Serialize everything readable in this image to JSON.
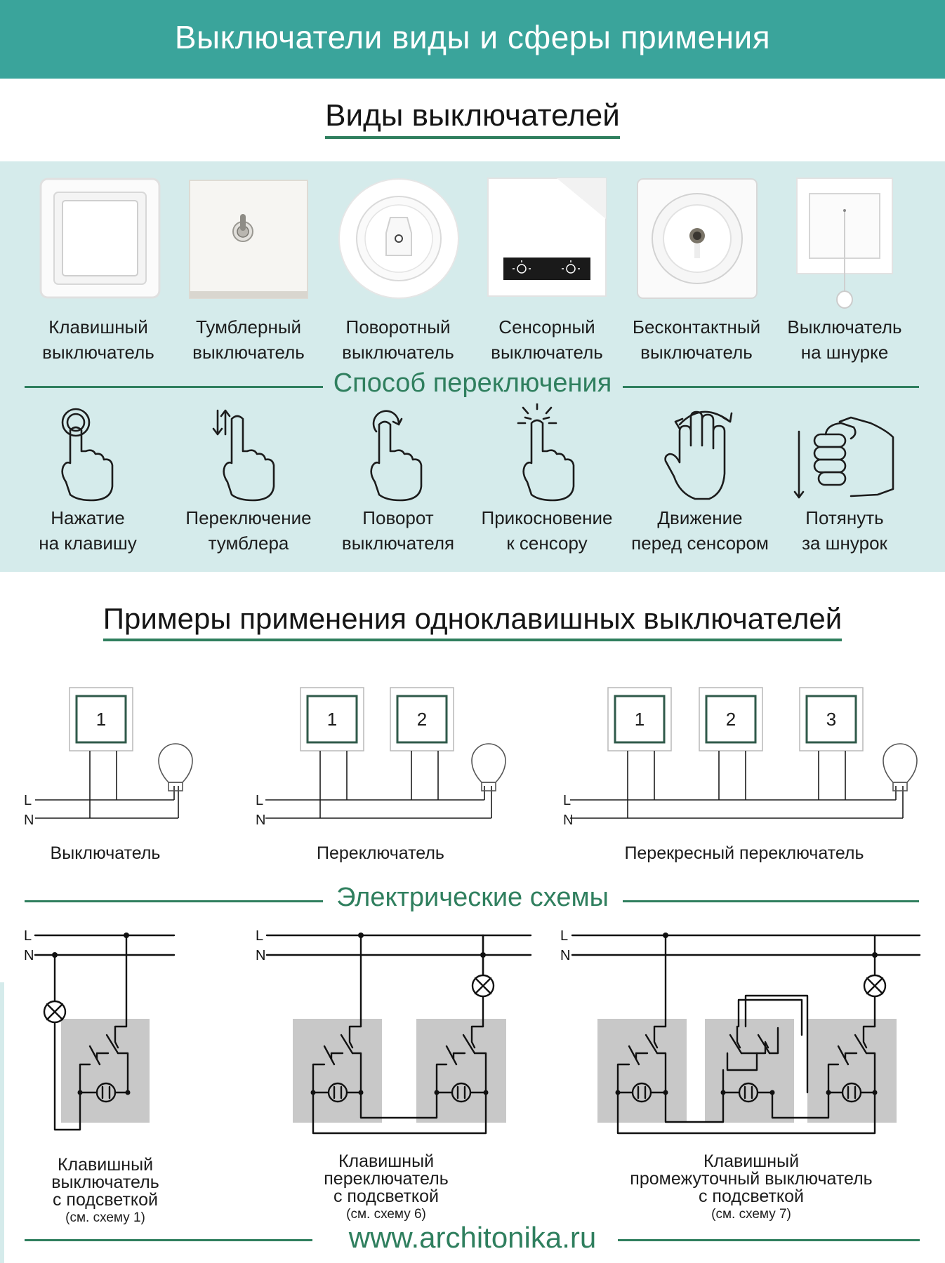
{
  "header": {
    "title": "Выключатели виды и сферы примения"
  },
  "types_section": {
    "title": "Виды выключателей",
    "items": [
      {
        "line1": "Клавишный",
        "line2": "выключатель",
        "icon": "rocker-switch-icon"
      },
      {
        "line1": "Тумблерный",
        "line2": "выключатель",
        "icon": "toggle-switch-icon"
      },
      {
        "line1": "Поворотный",
        "line2": "выключатель",
        "icon": "rotary-switch-icon"
      },
      {
        "line1": "Сенсорный",
        "line2": "выключатель",
        "icon": "touch-switch-icon"
      },
      {
        "line1": "Бесконтактный",
        "line2": "выключатель",
        "icon": "contactless-switch-icon"
      },
      {
        "line1": "Выключатель",
        "line2": "на шнурке",
        "icon": "pull-cord-switch-icon"
      }
    ]
  },
  "methods_section": {
    "title": "Способ переключения",
    "items": [
      {
        "line1": "Нажатие",
        "line2": "на клавишу",
        "icon": "hand-press-icon"
      },
      {
        "line1": "Переключение",
        "line2": "тумблера",
        "icon": "hand-toggle-icon"
      },
      {
        "line1": "Поворот",
        "line2": "выключателя",
        "icon": "hand-rotate-icon"
      },
      {
        "line1": "Прикосновение",
        "line2": "к сенсору",
        "icon": "hand-touch-icon"
      },
      {
        "line1": "Движение",
        "line2": "перед сенсором",
        "icon": "hand-wave-icon"
      },
      {
        "line1": "Потянуть",
        "line2": "за шнурок",
        "icon": "hand-pull-icon"
      }
    ]
  },
  "examples_section": {
    "title": "Примеры применения одноклавишных выключателей",
    "wire_l": "L",
    "wire_n": "N",
    "schemes": [
      {
        "label": "Выключатель",
        "switches": [
          "1"
        ]
      },
      {
        "label": "Переключатель",
        "switches": [
          "1",
          "2"
        ]
      },
      {
        "label": "Перекресный переключатель",
        "switches": [
          "1",
          "2",
          "3"
        ]
      }
    ]
  },
  "electrical_section": {
    "title": "Электрические схемы",
    "wire_l": "L",
    "wire_n": "N",
    "diagrams": [
      {
        "line1": "Клавишный",
        "line2": "выключатель",
        "line3": "с подсветкой",
        "note": "(см. схему 1)"
      },
      {
        "line1": "Клавишный",
        "line2": "переключатель",
        "line3": "с подсветкой",
        "note": "(см. схему 6)"
      },
      {
        "line1": "Клавишный",
        "line2": "промежуточный выключатель",
        "line3": "с подсветкой",
        "note": "(см. схему 7)"
      }
    ]
  },
  "footer": {
    "url": "www.architonika.ru"
  },
  "colors": {
    "accent": "#3aa49b",
    "dark_green": "#2f7f5e",
    "panel": "#d5ebeb",
    "switch_gray": "#c8c8c8"
  }
}
